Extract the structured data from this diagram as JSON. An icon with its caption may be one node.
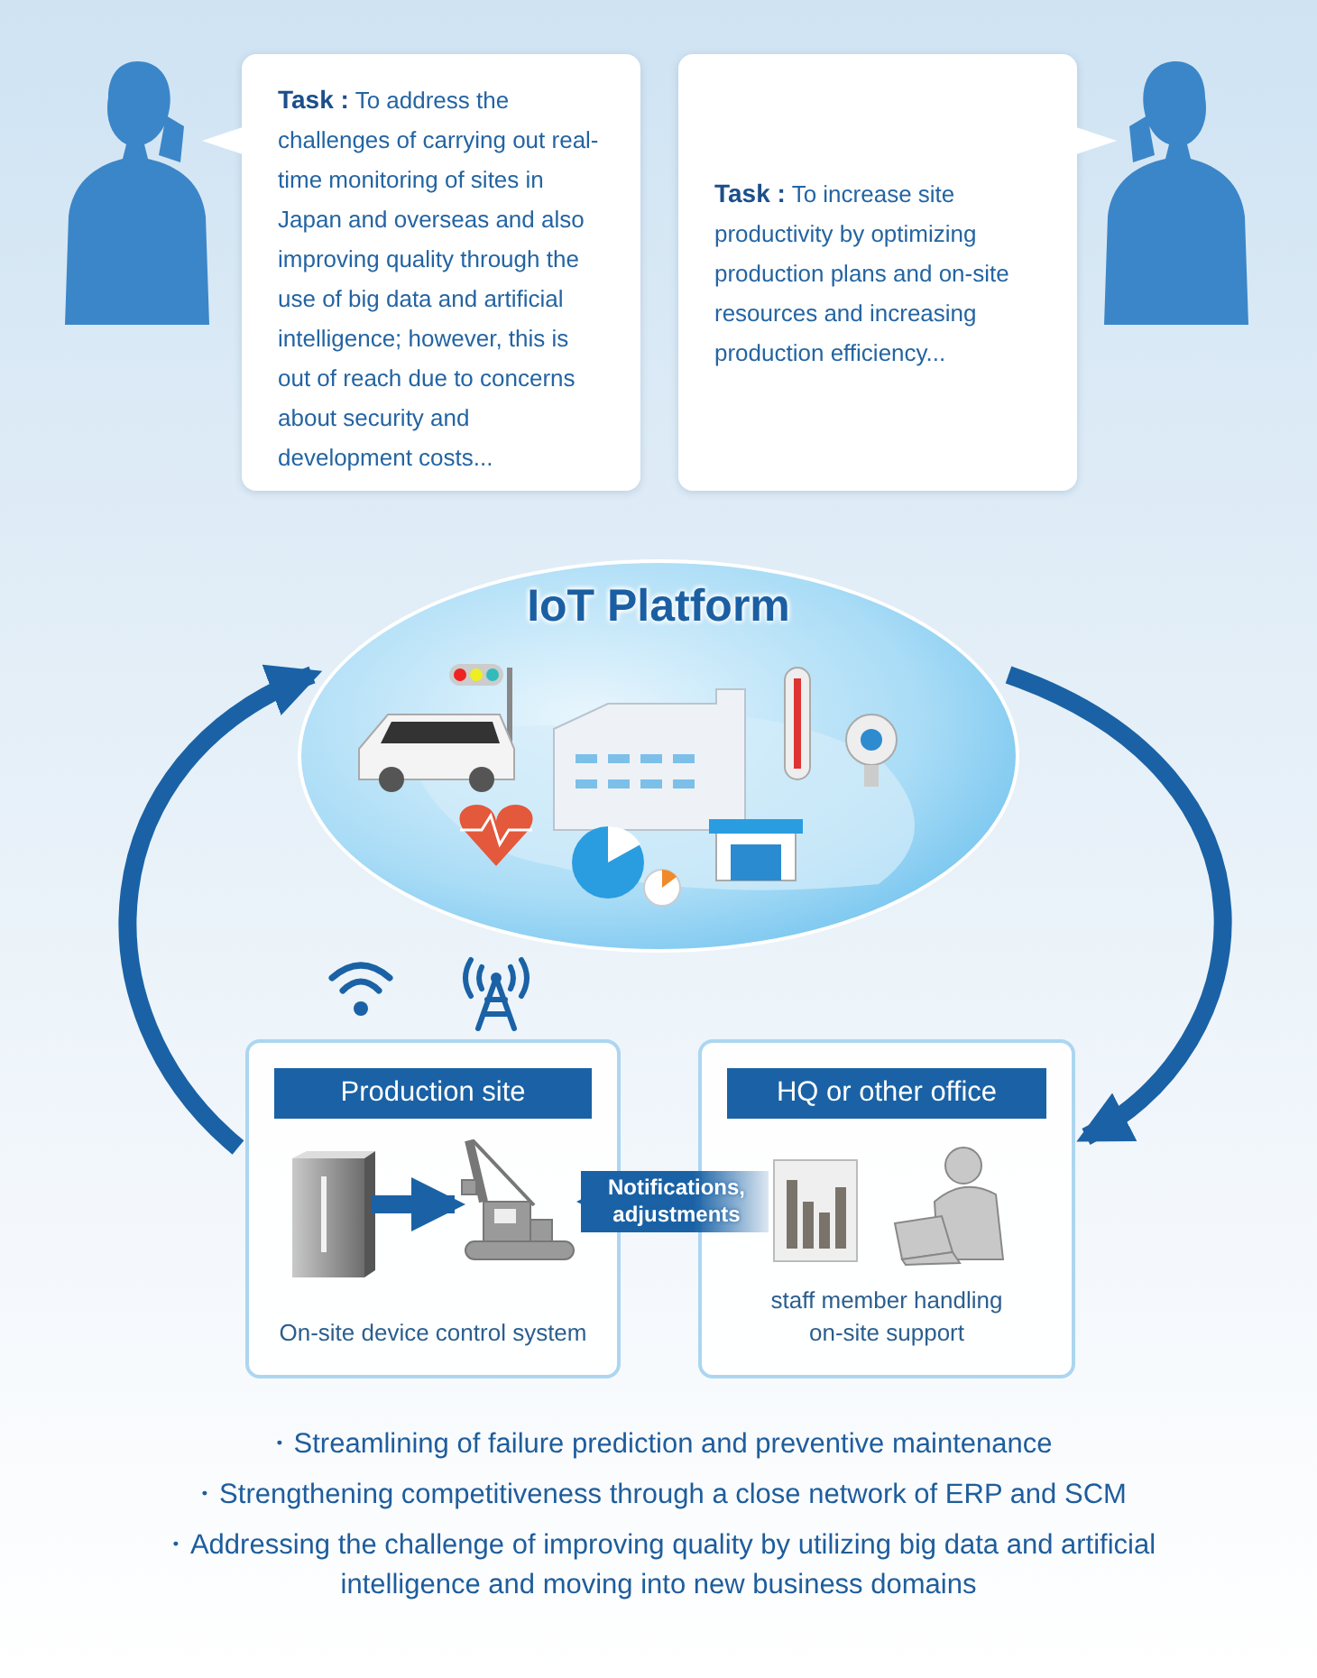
{
  "diagram": {
    "nodes": [
      {
        "text": [],
        "shape": "person"
      },
      {
        "text": [
          "**Task :** To address the challenges of carrying out real-time monitoring of sites in Japan and overseas and also improving quality through the use of big data and artificial intelligence; however, this is out of reach due to concerns about security and development costs..."
        ]
      },
      {
        "text": [
          "**Task :** To increase site productivity by optimizing production plans and on-site resources and increasing production efficiency..."
        ]
      },
      {
        "text": [],
        "shape": "person"
      },
      {
        "text": [
          "IoT Platform"
        ]
      },
      {
        "text": [
          "Production site",
          "On-site device control system"
        ]
      },
      {
        "text": [],
        "shape": "picture",
        "in": 5
      },
      {
        "text": [],
        "shape": "picture",
        "in": 5
      },
      {
        "text": [
          "HQ or other office",
          "staff member handling on-site support"
        ]
      },
      {
        "text": [],
        "shape": "picture",
        "in": 8
      },
      {
        "text": [],
        "shape": "picture",
        "in": 8
      }
    ],
    "edges": [
      {
        "from": 5,
        "to": 4,
        "arrow": "to"
      },
      {
        "from": 4,
        "to": 8,
        "arrow": "to"
      },
      {
        "from": 6,
        "to": 7,
        "arrow": "to"
      },
      {
        "from": 9,
        "to": 7,
        "arrow": "to",
        "style": "thick",
        "label": "Notifications, adjustments"
      }
    ],
    "labels": [
      "・Streamlining of failure prediction and preventive maintenance",
      "・Strengthening competitiveness through a close network of ERP and SCM",
      "・Addressing the challenge of improving quality by utilizing big data and artificial intelligence and moving into new business domains"
    ]
  }
}
